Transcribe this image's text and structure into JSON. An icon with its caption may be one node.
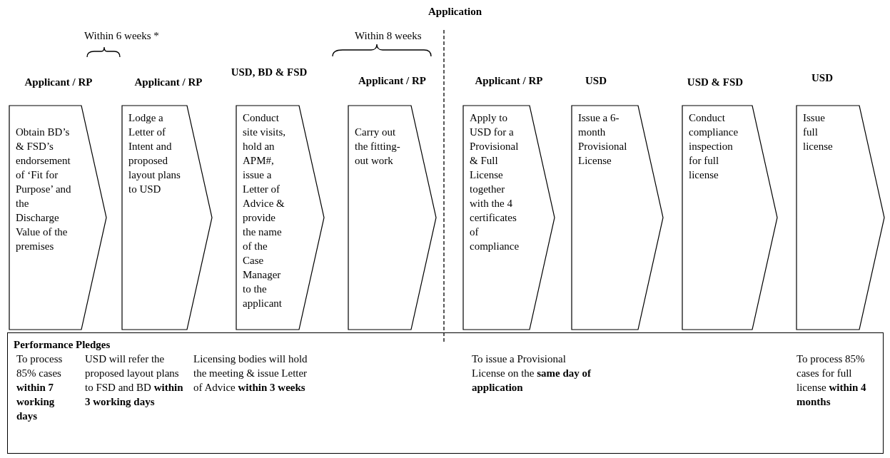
{
  "diagram": {
    "nodes": [
      {
        "text": [
          "Applicant / RP",
          "Obtain BD’s & FSD’s endorsement of ‘Fit for Purpose’ and the Discharge Value of the premises"
        ]
      },
      {
        "text": [
          "Applicant / RP",
          "Lodge a Letter of Intent and proposed layout plans to USD"
        ]
      },
      {
        "text": [
          "USD, BD & FSD",
          "Conduct site visits, hold an APM#, issue a Letter of Advice & provide the name of the Case Manager to the applicant"
        ]
      },
      {
        "text": [
          "Applicant / RP",
          "Carry out the fitting-out work"
        ]
      },
      {
        "text": [
          "Applicant / RP",
          "Apply to USD for a Provisional & Full License together with the 4 certificates of compliance"
        ]
      },
      {
        "text": [
          "USD",
          "Issue a 6-month Provisional License"
        ]
      },
      {
        "text": [
          "USD & FSD",
          "Conduct compliance inspection for full license"
        ]
      },
      {
        "text": [
          "USD",
          "Issue full license"
        ]
      },
      {
        "text": [
          "Performance Pledges",
          "To process 85% cases **within 7 working days**",
          "USD will refer the proposed layout plans to FSD and BD **within 3 working days**",
          "Licensing bodies will hold the meeting & issue Letter of Advice **within 3 weeks**",
          "To issue a Provisional License on the **same day of application**",
          "To process 85% cases for full license **within 4 months**"
        ]
      }
    ],
    "labels": [
      "Application",
      "Within 6 weeks *",
      "Within 8 weeks"
    ]
  }
}
